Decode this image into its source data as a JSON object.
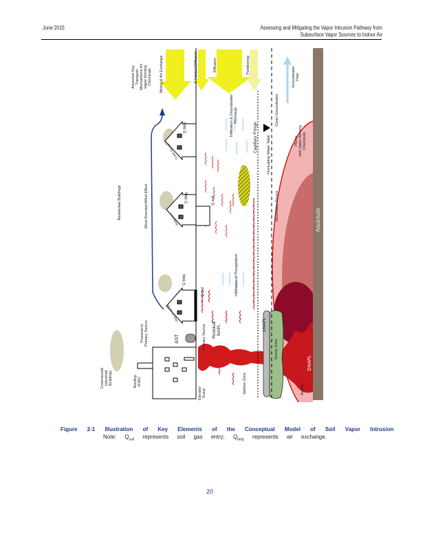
{
  "header": {
    "left": "June 2015",
    "right_line1": "Assessing and Mitigating the Vapor Intrusion Pathway from",
    "right_line2": "Subsurface Vapor Sources to Indoor Air"
  },
  "figure": {
    "mechanisms_title": [
      "Advected Key",
      "Transport",
      "Mechanisms for",
      "Vapor-forming",
      "Chemicals"
    ],
    "arrows": {
      "mixing": "Mixing & Air Exchange",
      "advection": "Advection/Diffusion",
      "diffusion": "Diffusion",
      "partitioning": "Partitioning"
    },
    "commercial": [
      "Commercial/",
      "Industrial",
      "Buildings"
    ],
    "rooftop_hvac": [
      "Rooftop",
      "HVAC"
    ],
    "ast": "AST",
    "proximal": [
      "Proximal to",
      "Primary Source"
    ],
    "residential": "Residential Buildings",
    "wind": "Wind Direction/Wind Effect",
    "slab": "Slab-on-grade",
    "basement": "Basement",
    "crawl": "Crawl Space",
    "q_bldg": "Q bldg",
    "q_soil": "Q soil",
    "infiltration_recharge": [
      "Infiltration & Groundwater",
      "Recharge"
    ],
    "infiltration_precip": "Infiltration of Precipitation",
    "capillary": "Capillary Fringe",
    "water_table": "Fluctuating Water Table",
    "clean_gw": "Clean Groundwater",
    "gw_flow": [
      "Groundwater",
      "Flow"
    ],
    "plume": [
      "Plume",
      "with Vapor-forming",
      "Chemicals"
    ],
    "secondary": "Secondary Source",
    "aquiclude": "Aquiclude",
    "primary": "Primary Source",
    "residual": [
      "Residual",
      "NAPL"
    ],
    "lnapl": "LNAPL",
    "smear": "Smear Zone",
    "dnapl": "DNAPL",
    "aquifer": "Aquifer",
    "vadose": "Vadose Zone",
    "sump": [
      "Elevator",
      "Sump"
    ]
  },
  "caption": {
    "figure": "Figure 2-1 Illustration of Key Elements of the Conceptual Model of Soil Vapor Intrusion",
    "note_prefix": "Note:",
    "q1": "Q",
    "q1_sub": "soil",
    "q1_text": "represents soil gas entry;",
    "q2": "Q",
    "q2_sub": "bldg",
    "q2_text": "represents air exchange."
  },
  "page_number": "20",
  "colors": {
    "yellow": "#f0f01e",
    "plume": "#f2b3b3",
    "red": "#cc1a1a",
    "aquiclude": "#8b7668"
  }
}
